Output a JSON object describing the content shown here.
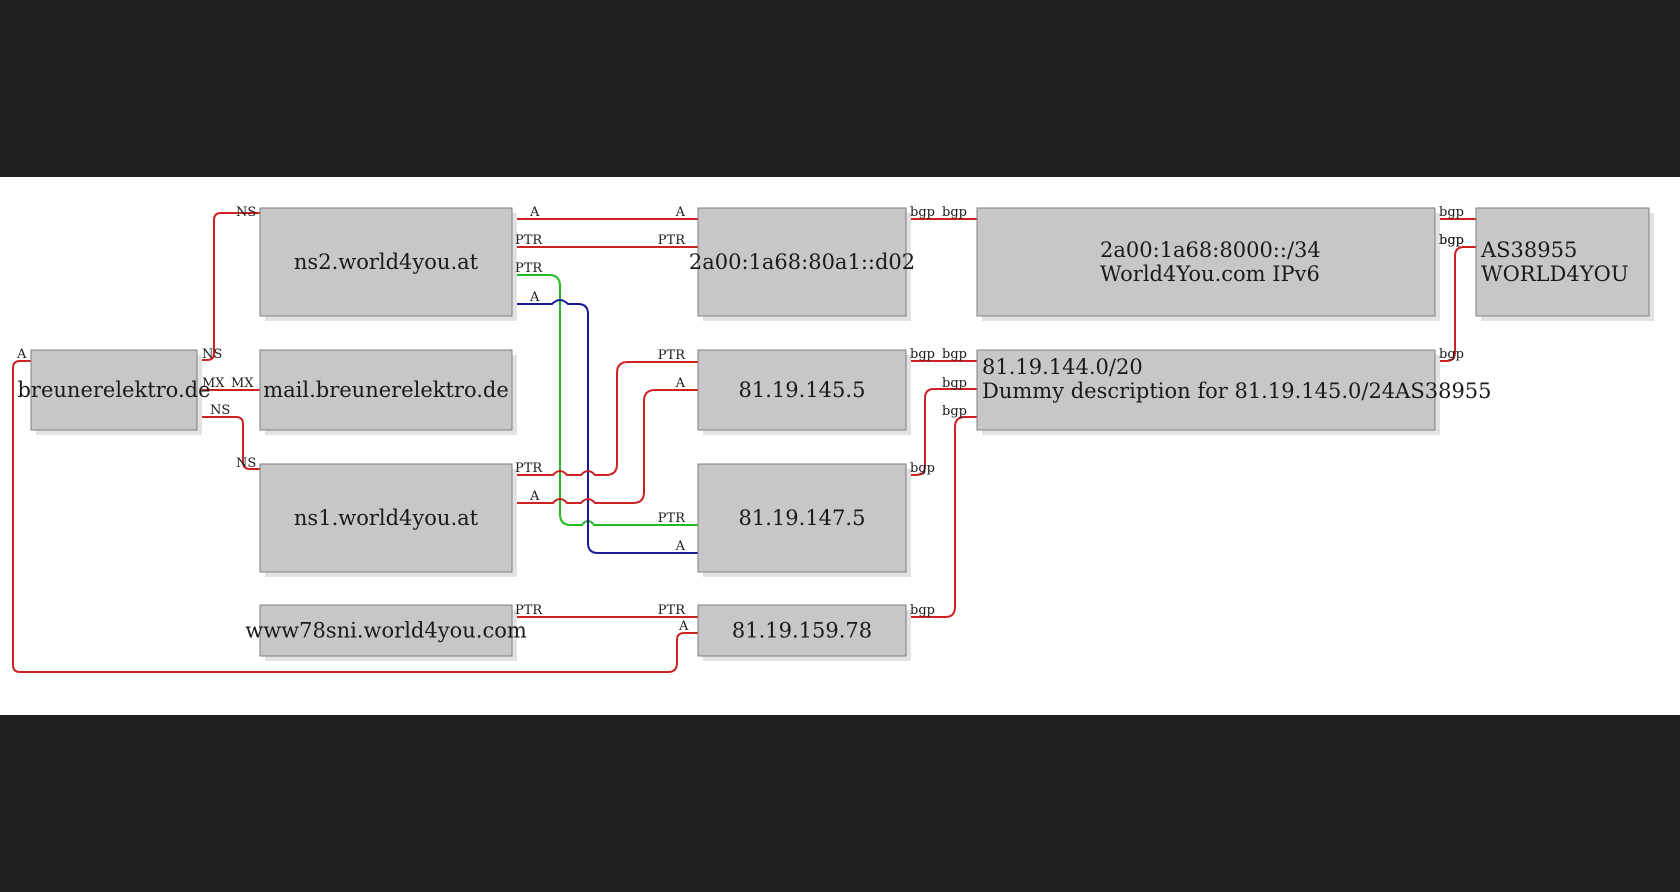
{
  "colors": {
    "backdrop": "#202020",
    "canvas": "#ffffff",
    "node_fill": "#c8c6c8",
    "edge_red": "#cc2222",
    "edge_green": "#22bb22",
    "edge_blue": "#1a1a99"
  },
  "nodes": {
    "breunerelektro": {
      "lines": [
        "breunerelektro.de"
      ]
    },
    "ns2": {
      "lines": [
        "ns2.world4you.at"
      ]
    },
    "mail": {
      "lines": [
        "mail.breunerelektro.de"
      ]
    },
    "ns1": {
      "lines": [
        "ns1.world4you.at"
      ]
    },
    "www78sni": {
      "lines": [
        "www78sni.world4you.com"
      ]
    },
    "ipv6addr": {
      "lines": [
        "2a00:1a68:80a1::d02"
      ]
    },
    "ip145": {
      "lines": [
        "81.19.145.5"
      ]
    },
    "ip147": {
      "lines": [
        "81.19.147.5"
      ]
    },
    "ip159": {
      "lines": [
        "81.19.159.78"
      ]
    },
    "prefix6": {
      "lines": [
        "2a00:1a68:8000::/34",
        "World4You.com IPv6"
      ]
    },
    "prefix4": {
      "lines": [
        "81.19.144.0/20",
        "Dummy description for 81.19.145.0/24AS38955"
      ]
    },
    "asn": {
      "lines": [
        "AS38955",
        "WORLD4YOU"
      ]
    }
  },
  "edges": [
    {
      "id": "be-ns2",
      "color": "red",
      "from_label": "NS",
      "to_label": "NS"
    },
    {
      "id": "be-mail",
      "color": "red",
      "from_label": "MX",
      "to_label": "MX"
    },
    {
      "id": "be-ns1",
      "color": "red",
      "from_label": "NS",
      "to_label": "NS"
    },
    {
      "id": "be-ip159",
      "color": "red",
      "from_label": "A",
      "to_label": "A"
    },
    {
      "id": "ns2-ipv6-a",
      "color": "red",
      "from_label": "A",
      "to_label": "A"
    },
    {
      "id": "ns2-ipv6-ptr",
      "color": "red",
      "from_label": "PTR",
      "to_label": "PTR"
    },
    {
      "id": "ns2-ip147-ptr",
      "color": "green",
      "from_label": "PTR",
      "to_label": "PTR"
    },
    {
      "id": "ns2-ip147-a",
      "color": "blue",
      "from_label": "A",
      "to_label": "A"
    },
    {
      "id": "ns1-ip145-ptr",
      "color": "red",
      "from_label": "PTR",
      "to_label": "PTR"
    },
    {
      "id": "ns1-ip145-a",
      "color": "red",
      "from_label": "A",
      "to_label": "A"
    },
    {
      "id": "www-ip159-ptr",
      "color": "red",
      "from_label": "PTR",
      "to_label": "PTR"
    },
    {
      "id": "ipv6-prefix6",
      "color": "red",
      "from_label": "bgp",
      "to_label": "bgp"
    },
    {
      "id": "ip145-prefix4",
      "color": "red",
      "from_label": "bgp",
      "to_label": "bgp"
    },
    {
      "id": "ip147-prefix4",
      "color": "red",
      "from_label": "bgp",
      "to_label": "bgp"
    },
    {
      "id": "ip159-prefix4",
      "color": "red",
      "from_label": "bgp",
      "to_label": "bgp"
    },
    {
      "id": "prefix6-asn",
      "color": "red",
      "from_label": "bgp",
      "to_label": "bgp"
    },
    {
      "id": "prefix4-asn",
      "color": "red",
      "from_label": "bgp",
      "to_label": "bgp"
    }
  ]
}
